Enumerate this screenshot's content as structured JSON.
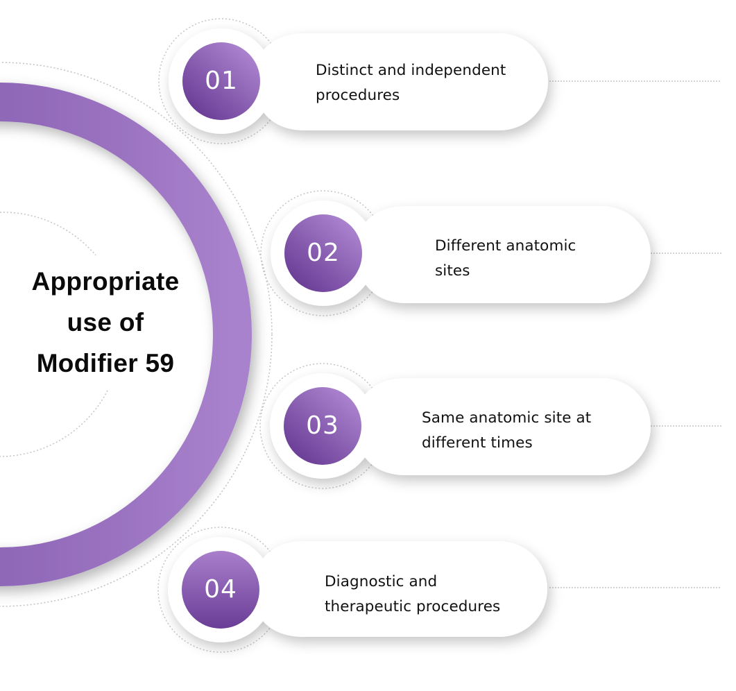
{
  "diagram": {
    "title_lines": [
      "Appropriate",
      "use of",
      "Modifier 59"
    ],
    "colors": {
      "ring_light": "#a57ec9",
      "ring_dark": "#7a52a8",
      "badge_light": "#a97fcc",
      "badge_dark": "#6a3d96",
      "card": "#ffffff",
      "dotted": "#bdbdbd",
      "text": "#111111"
    },
    "items": [
      {
        "number": "01",
        "lines": [
          "Distinct and independent",
          "procedures"
        ]
      },
      {
        "number": "02",
        "lines": [
          "Different anatomic",
          "sites"
        ]
      },
      {
        "number": "03",
        "lines": [
          "Same anatomic site at",
          "different times"
        ]
      },
      {
        "number": "04",
        "lines": [
          "Diagnostic and",
          "therapeutic procedures"
        ]
      }
    ]
  }
}
